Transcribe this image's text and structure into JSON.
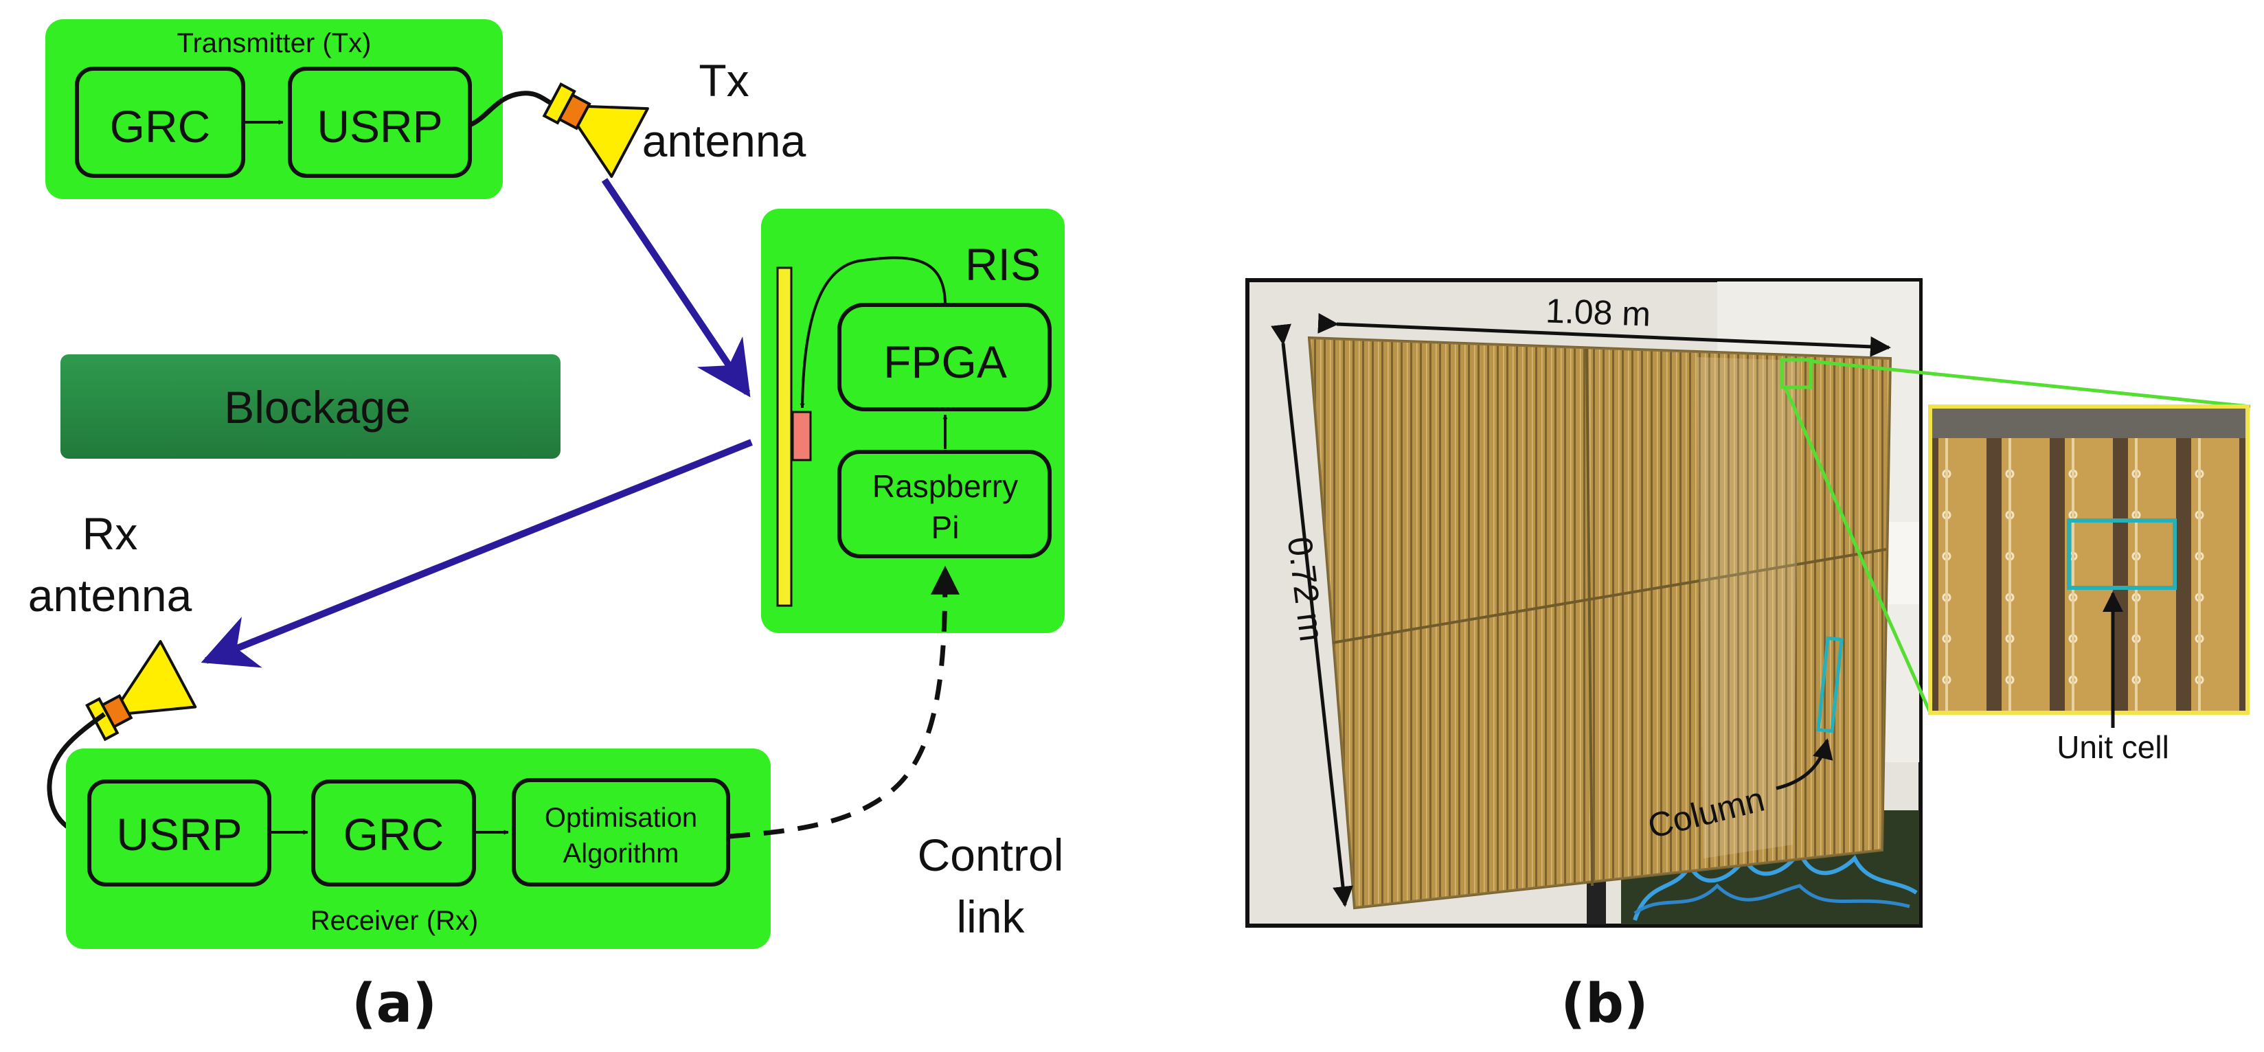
{
  "panel_a": {
    "caption": "(a)",
    "transmitter": {
      "title": "Transmitter (Tx)",
      "blocks": [
        "GRC",
        "USRP"
      ]
    },
    "tx_antenna": [
      "Tx",
      "antenna"
    ],
    "ris": {
      "title": "RIS",
      "fpga": "FPGA",
      "raspberry": [
        "Raspberry",
        "Pi"
      ]
    },
    "blockage": "Blockage",
    "rx_antenna": [
      "Rx",
      "antenna"
    ],
    "receiver": {
      "title": "Receiver (Rx)",
      "blocks": [
        "USRP",
        "GRC"
      ],
      "optimisation": [
        "Optimisation",
        "Algorithm"
      ]
    },
    "control_link": [
      "Control",
      "link"
    ]
  },
  "panel_b": {
    "caption": "(b)",
    "width_label": "1.08 m",
    "height_label": "0.72 m",
    "column_label": "Column",
    "unit_cell_label": "Unit cell"
  },
  "colors": {
    "box_green": "#33ee22",
    "blockage_green": "#2e8b45",
    "beam_purple": "#2a1a9c",
    "antenna_yellow": "#ffee00",
    "antenna_orange": "#f07a10",
    "ris_strip_yellow": "#f5ef2a",
    "ris_element_pink": "#f07e72",
    "highlight_green": "#55dd33",
    "highlight_cyan": "#28b0b8",
    "panel_gold": "#b08a3c"
  }
}
